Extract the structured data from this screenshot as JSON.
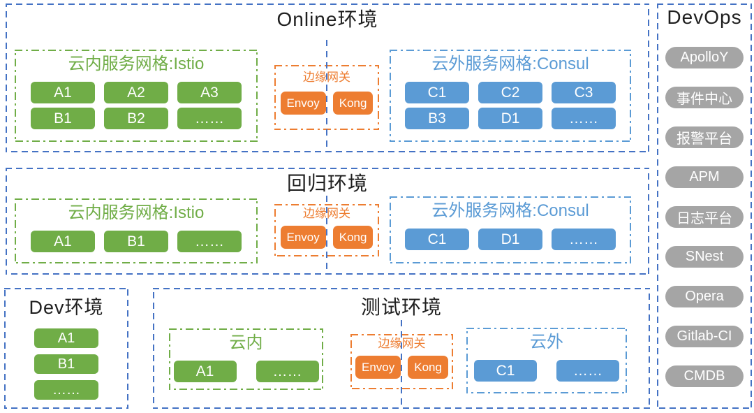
{
  "colors": {
    "green": "#70AD47",
    "blue": "#5B9BD5",
    "orange": "#ED7D31",
    "gray_pill": "#A5A5A5",
    "border_blue": "#4472C4",
    "title_text": "#1f1f1f"
  },
  "online": {
    "title": "Online环境",
    "inner_mesh": {
      "title": "云内服务网格:Istio",
      "rows": [
        [
          "A1",
          "A2",
          "A3"
        ],
        [
          "B1",
          "B2",
          "……"
        ]
      ]
    },
    "gateway": {
      "title": "边缘网关",
      "buttons": [
        "Envoy",
        "Kong"
      ]
    },
    "outer_mesh": {
      "title": "云外服务网格:Consul",
      "rows": [
        [
          "C1",
          "C2",
          "C3"
        ],
        [
          "B3",
          "D1",
          "……"
        ]
      ]
    }
  },
  "regression": {
    "title": "回归环境",
    "inner_mesh": {
      "title": "云内服务网格:Istio",
      "rows": [
        [
          "A1",
          "B1",
          "……"
        ]
      ]
    },
    "gateway": {
      "title": "边缘网关",
      "buttons": [
        "Envoy",
        "Kong"
      ]
    },
    "outer_mesh": {
      "title": "云外服务网格:Consul",
      "rows": [
        [
          "C1",
          "D1",
          "……"
        ]
      ]
    }
  },
  "dev": {
    "title": "Dev环境",
    "nodes": [
      "A1",
      "B1",
      "……"
    ]
  },
  "test": {
    "title": "测试环境",
    "inner_mesh": {
      "title": "云内",
      "rows": [
        [
          "A1",
          "……"
        ]
      ]
    },
    "gateway": {
      "title": "边缘网关",
      "buttons": [
        "Envoy",
        "Kong"
      ]
    },
    "outer_mesh": {
      "title": "云外",
      "rows": [
        [
          "C1",
          "……"
        ]
      ]
    }
  },
  "devops": {
    "title": "DevOps",
    "items": [
      "ApolloY",
      "事件中心",
      "报警平台",
      "APM",
      "日志平台",
      "SNest",
      "Opera",
      "Gitlab-CI",
      "CMDB"
    ]
  }
}
